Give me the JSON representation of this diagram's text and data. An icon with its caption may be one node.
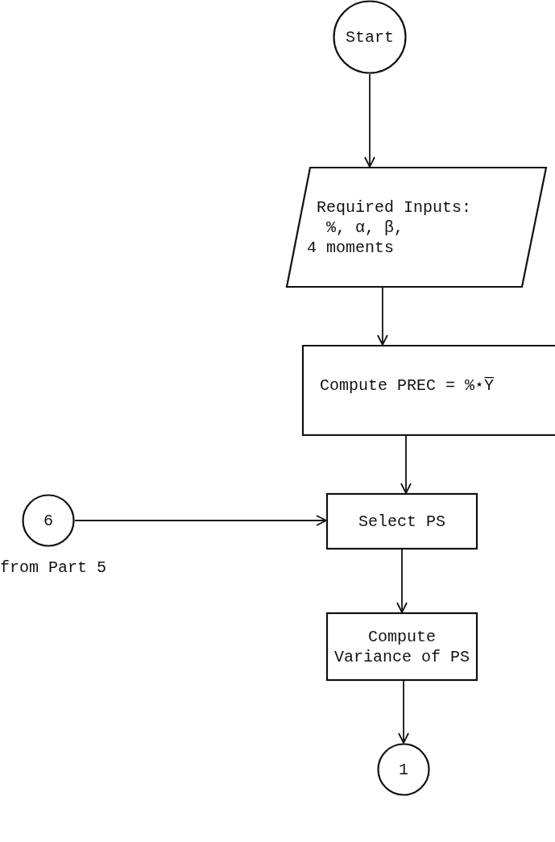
{
  "diagram": {
    "nodes": [
      {
        "text": [
          "Start"
        ]
      },
      {
        "text": [
          "Required Inputs:",
          "%, α, β, 4 moments"
        ]
      },
      {
        "text": [
          "Compute PREC = %⋆Y̅"
        ]
      },
      {
        "text": [
          "6"
        ],
        "beside": [
          "from Part 5"
        ]
      },
      {
        "text": [
          "Select PS"
        ]
      },
      {
        "text": [
          "Compute Variance of PS"
        ]
      },
      {
        "text": [
          "1"
        ]
      }
    ],
    "edges": [
      {
        "from": 0,
        "to": 1,
        "arrow": "to"
      },
      {
        "from": 1,
        "to": 2,
        "arrow": "to"
      },
      {
        "from": 2,
        "to": 4,
        "arrow": "to"
      },
      {
        "from": 3,
        "to": 4,
        "arrow": "to"
      },
      {
        "from": 4,
        "to": 5,
        "arrow": "to"
      },
      {
        "from": 5,
        "to": 6,
        "arrow": "to"
      }
    ]
  }
}
